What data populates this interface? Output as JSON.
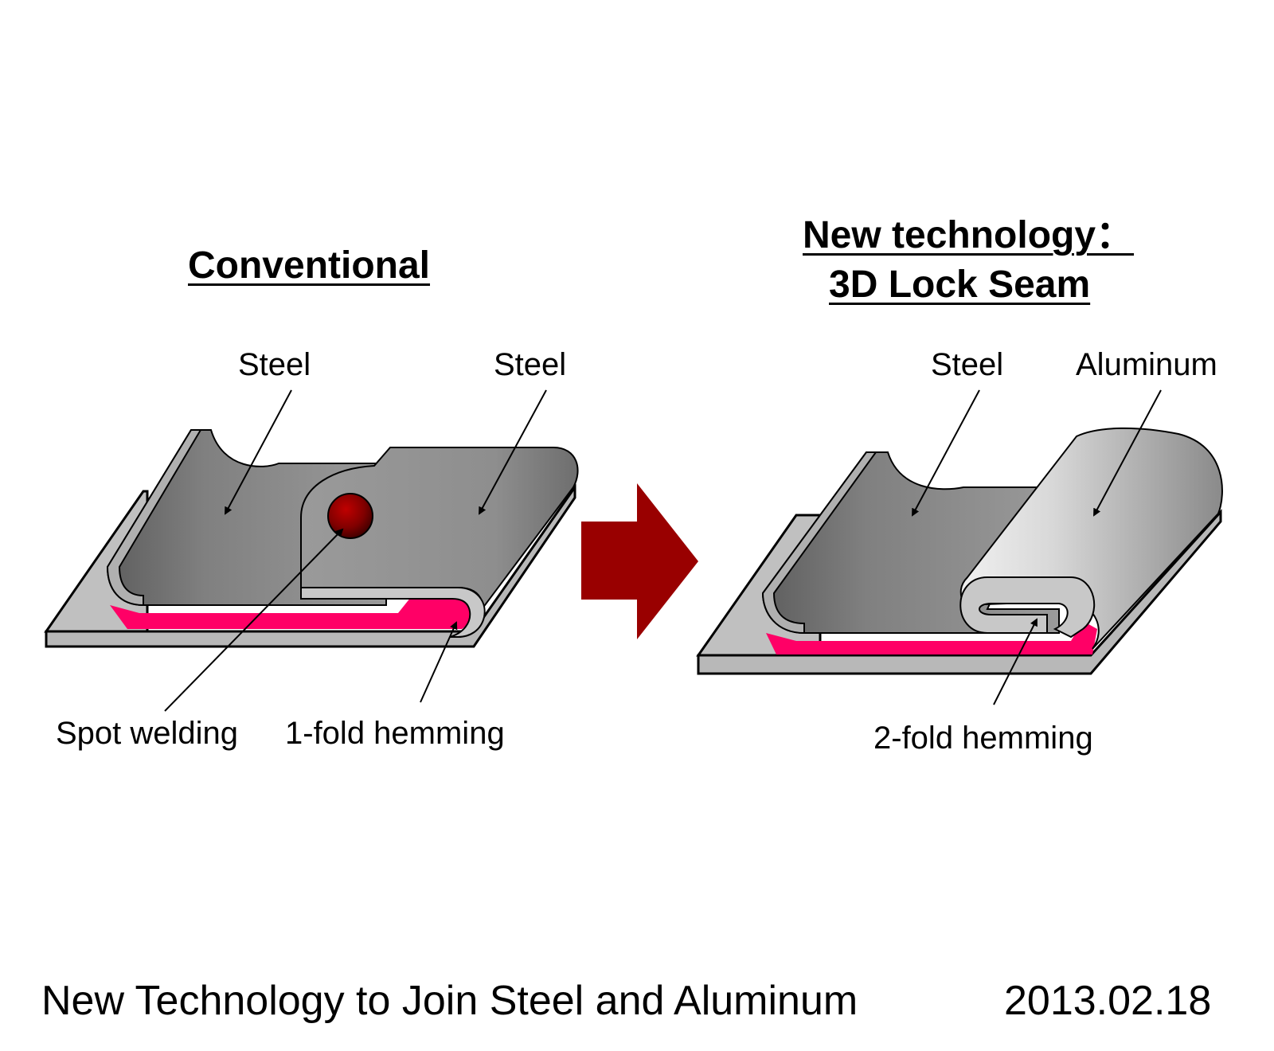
{
  "left_panel": {
    "heading": "Conventional",
    "labels": {
      "steel_left": "Steel",
      "steel_right": "Steel",
      "spot_welding": "Spot welding",
      "hemming": "1-fold hemming"
    }
  },
  "right_panel": {
    "heading_line1": "New technology：",
    "heading_line2": "3D Lock Seam",
    "labels": {
      "steel": "Steel",
      "aluminum": "Aluminum",
      "hemming": "2-fold hemming"
    }
  },
  "footer": {
    "title": "New Technology to Join Steel and Aluminum",
    "date": "2013.02.18"
  },
  "colors": {
    "steel": "#8c8c8c",
    "steel_light": "#b4b4b4",
    "aluminum": "#d0d0d0",
    "sealer": "#ff0066",
    "weld": "#800000",
    "arrow": "#990000"
  },
  "icons": {
    "transition": "arrow-right-icon"
  }
}
